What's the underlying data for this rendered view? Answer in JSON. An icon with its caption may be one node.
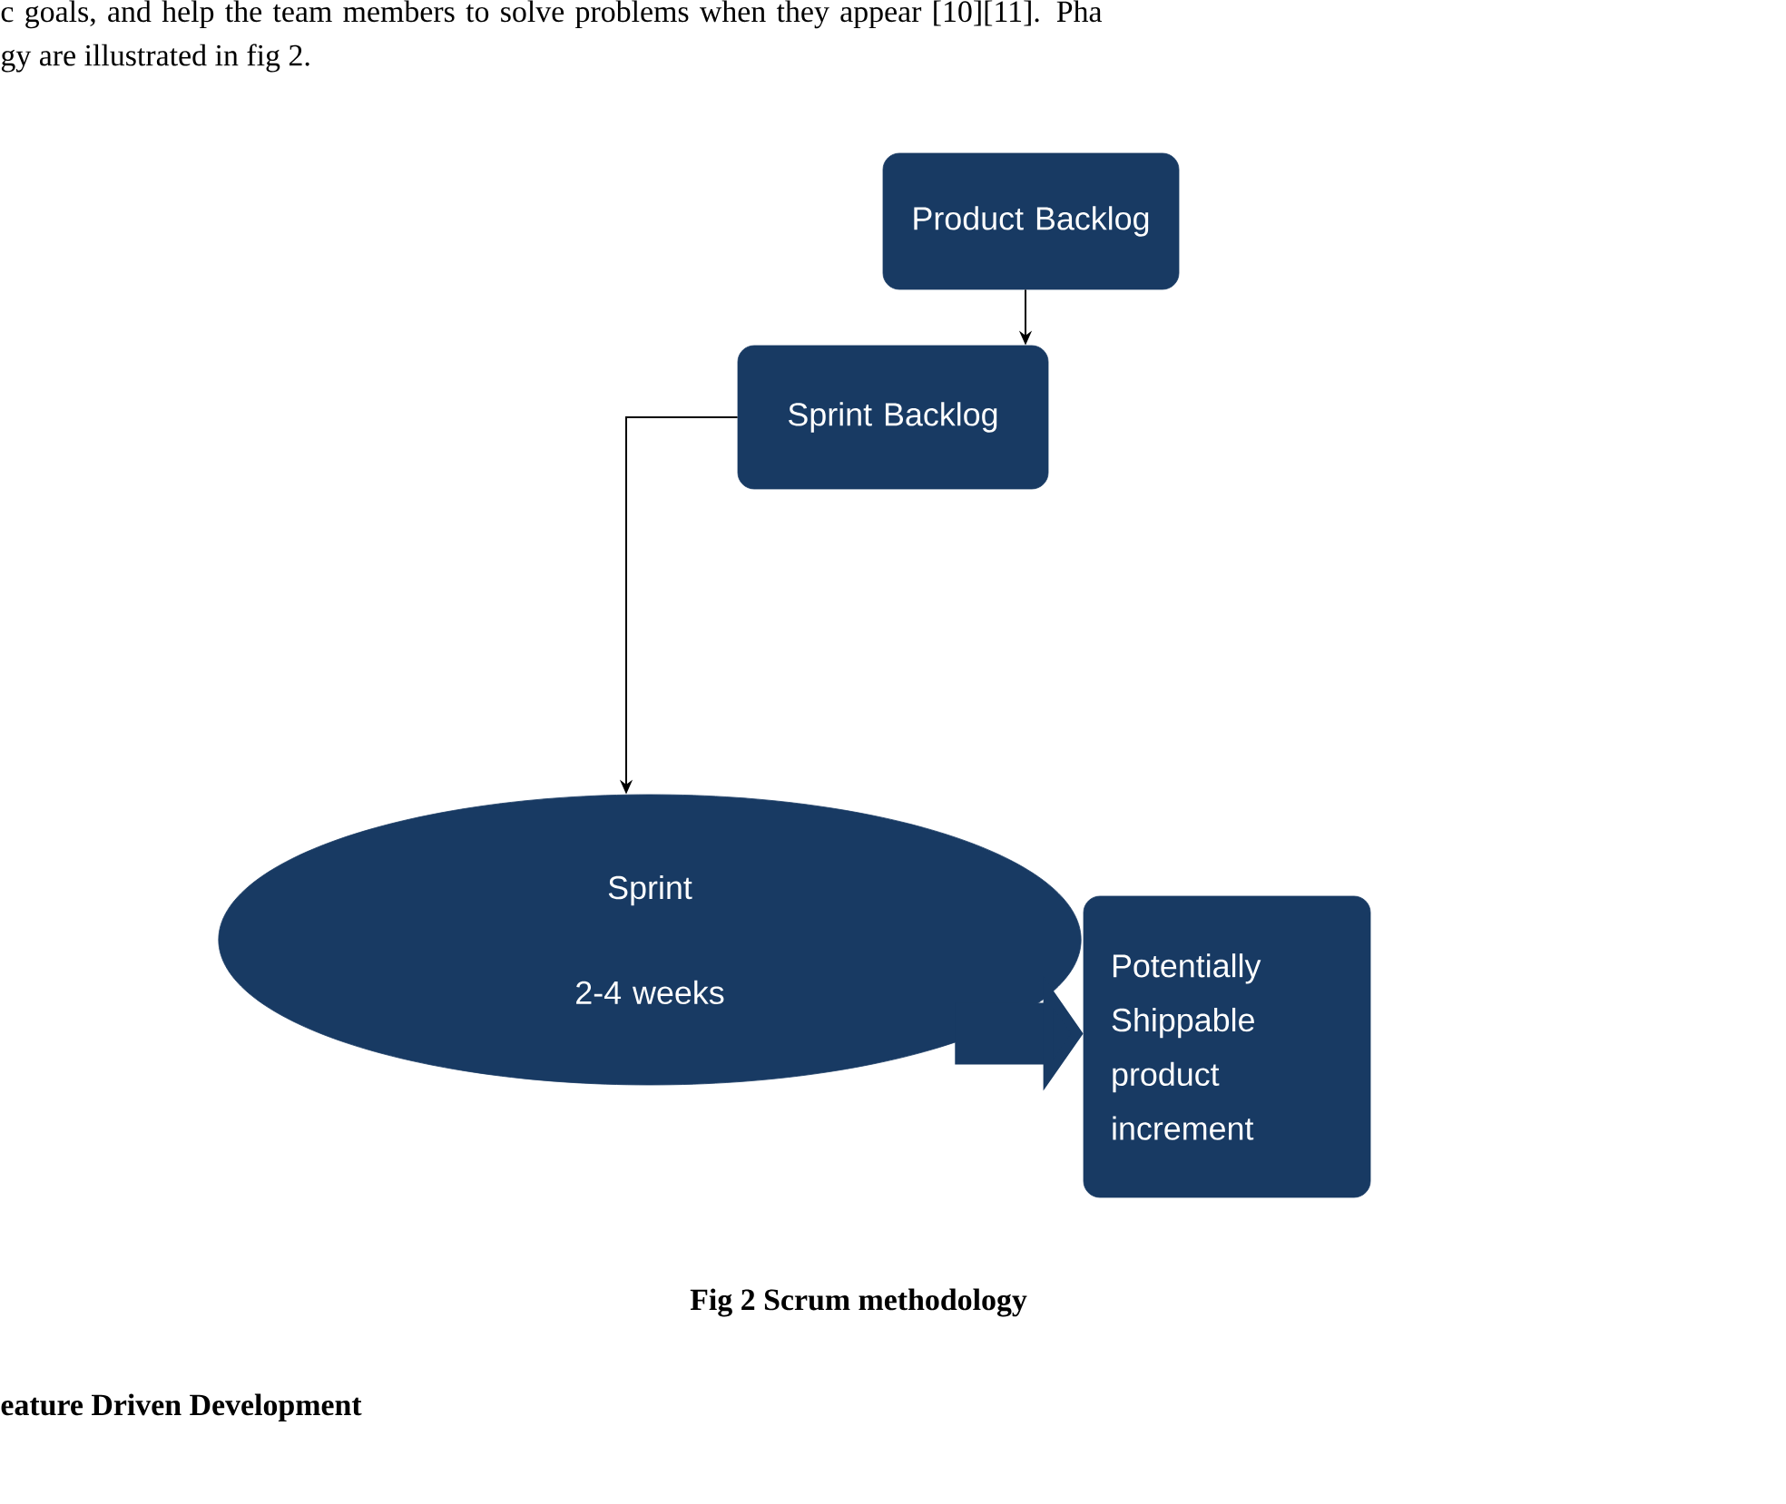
{
  "diagram": {
    "caption": "Fig 2 Scrum methodology",
    "nodes": [
      {
        "text": [
          "Product Backlog"
        ]
      },
      {
        "text": [
          "Sprint Backlog"
        ]
      },
      {
        "text": [
          "Sprint",
          "2-4 weeks"
        ]
      },
      {
        "text": [
          "Potentially Shippable product increment"
        ]
      }
    ],
    "edges": [
      {
        "from": 0,
        "to": 1,
        "arrow": "to"
      },
      {
        "from": 1,
        "to": 2,
        "arrow": "to"
      },
      {
        "from": 2,
        "to": 3,
        "arrow": "to",
        "style": "thick",
        "color": "#183a63"
      }
    ],
    "labels": [
      "c goals, and help the team members to solve problems when they appear [10][11]. Pha",
      "gy are illustrated in fig 2.",
      "eature Driven Development"
    ]
  }
}
